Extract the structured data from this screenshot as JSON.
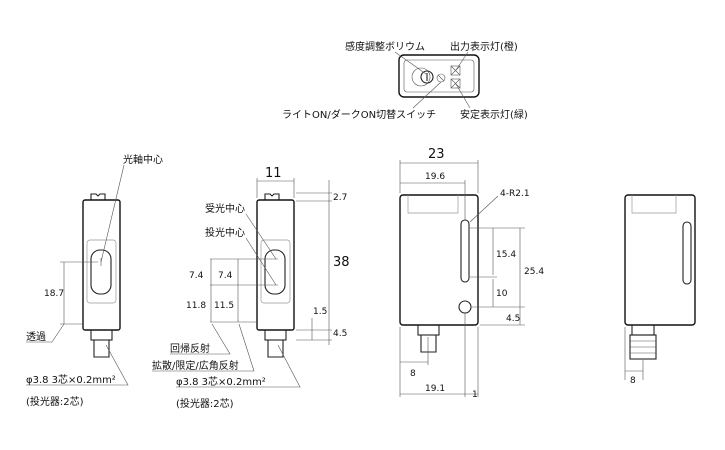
{
  "top_view": {
    "sensitivity_knob": "感度調整ボリウム",
    "output_led": "出力表示灯(橙)",
    "mode_switch": "ライトON/ダークON切替スイッチ",
    "stable_led": "安定表示灯(緑)"
  },
  "view_thru": {
    "optical_axis": "光軸中心",
    "dim_height": "18.7",
    "type_label": "透過",
    "cable": "φ3.8 3芯×0.2mm²",
    "cable_note": "(投光器:2芯)"
  },
  "view_reflective": {
    "width": "11",
    "top": "2.7",
    "height": "38",
    "receiver_center": "受光中心",
    "emitter_center": "投光中心",
    "d1a": "7.4",
    "d1b": "7.4",
    "d2a": "11.8",
    "d2b": "11.5",
    "d3": "1.5",
    "d4": "4.5",
    "retro": "回帰反射",
    "diffuse": "拡散/限定/広角反射",
    "cable": "φ3.8 3芯×0.2mm²",
    "cable_note": "(投光器:2芯)"
  },
  "side_view": {
    "width": "23",
    "inner": "19.6",
    "radius": "4-R2.1",
    "h1": "15.4",
    "h2": "25.4",
    "h3": "10",
    "h4": "4.5",
    "b1": "8",
    "b2": "19.1",
    "b3": "1"
  },
  "connector_view": {
    "b1": "8"
  }
}
